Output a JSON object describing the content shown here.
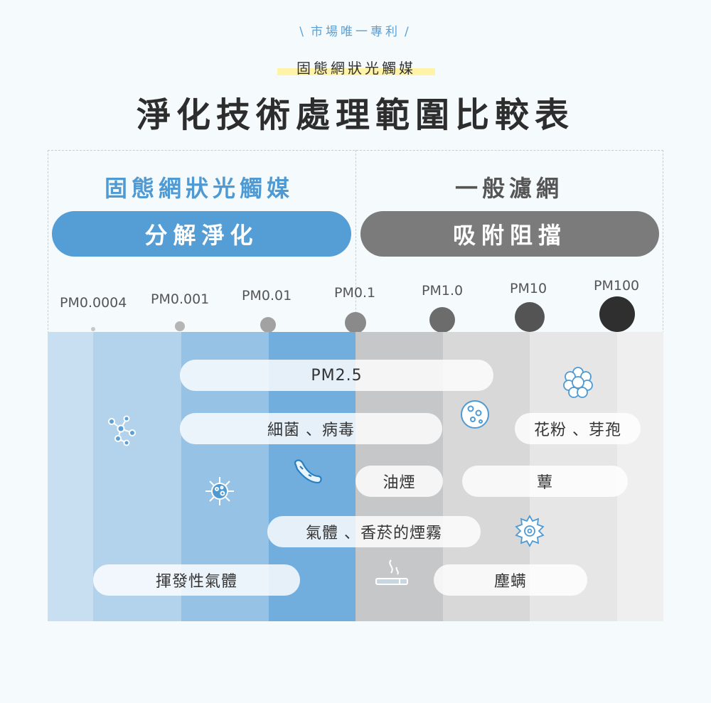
{
  "header": {
    "patent_tag": "市場唯一專利",
    "slash_left": "\\",
    "slash_right": "/",
    "subtitle": "固態網狀光觸媒",
    "title": "淨化技術處理範圍比較表"
  },
  "columns": {
    "left": {
      "heading": "固態網狀光觸媒",
      "method": "分解淨化",
      "color": "#4f9ad3",
      "heading_color": "#4f9ad3"
    },
    "right": {
      "heading": "一般濾網",
      "method": "吸附阻擋",
      "color": "#7a7a7a",
      "heading_color": "#555555"
    }
  },
  "pm_scale": [
    "PM0.0004",
    "PM0.001",
    "PM0.01",
    "PM0.1",
    "PM1.0",
    "PM10",
    "PM100"
  ],
  "pollutants": {
    "pm25": "PM2.5",
    "bacteria_virus": "細菌 、病毒",
    "pollen_spores": "花粉 、芽孢",
    "oil_smoke": "油煙",
    "mold": "蕈",
    "gas_smoke": "氣體 、香菸的煙霧",
    "voc": "揮發性氣體",
    "dust_mites": "塵螨"
  },
  "icons": [
    "molecule-icon",
    "virus-icon",
    "bacteria-icon",
    "pollen-icon",
    "spore-icon",
    "mold-icon",
    "cigarette-icon"
  ]
}
